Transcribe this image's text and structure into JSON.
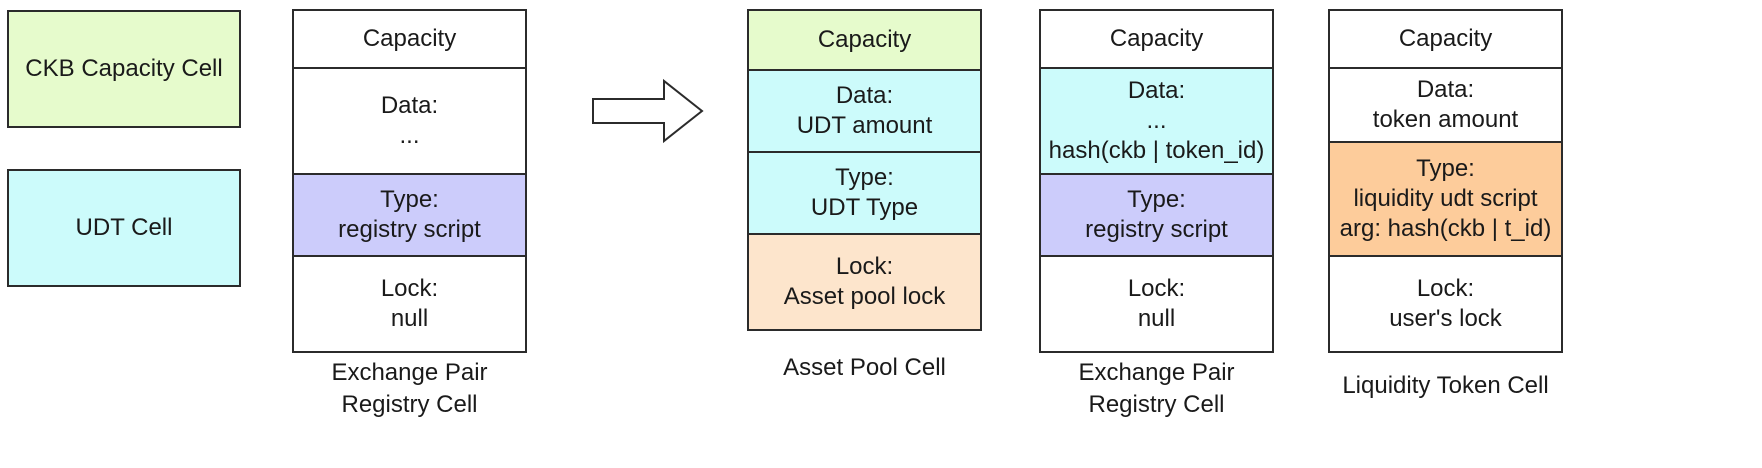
{
  "legend": {
    "ckb_capacity_cell": "CKB Capacity Cell",
    "udt_cell": "UDT Cell"
  },
  "cells": {
    "exchange_pair_registry_left": {
      "capacity": "Capacity",
      "data": [
        "Data:",
        "..."
      ],
      "type": [
        "Type:",
        "registry script"
      ],
      "lock": [
        "Lock:",
        "null"
      ],
      "caption": [
        "Exchange Pair",
        "Registry Cell"
      ]
    },
    "asset_pool": {
      "capacity": "Capacity",
      "data": [
        "Data:",
        "UDT amount"
      ],
      "type": [
        "Type:",
        "UDT Type"
      ],
      "lock": [
        "Lock:",
        "Asset pool lock"
      ],
      "caption": [
        "Asset Pool Cell"
      ]
    },
    "exchange_pair_registry_right": {
      "capacity": "Capacity",
      "data": [
        "Data:",
        "...",
        "hash(ckb | token_id)"
      ],
      "type": [
        "Type:",
        "registry script"
      ],
      "lock": [
        "Lock:",
        "null"
      ],
      "caption": [
        "Exchange Pair",
        "Registry Cell"
      ]
    },
    "liquidity_token": {
      "capacity": "Capacity",
      "data": [
        "Data:",
        "token amount"
      ],
      "type": [
        "Type:",
        "liquidity udt script",
        "arg: hash(ckb | t_id)"
      ],
      "lock": [
        "Lock:",
        "user's lock"
      ],
      "caption": [
        "Liquidity Token Cell"
      ]
    }
  },
  "colors": {
    "capacity_cell": "#e6fbcc",
    "udt_cell": "#ccfbfb",
    "type_registry": "#ccccfb",
    "lock_asset_pool": "#fde5cc",
    "type_liquidity": "#fdcc9b",
    "border": "#2b2b2b"
  },
  "icons": {
    "transition_arrow": "right-arrow-icon"
  }
}
